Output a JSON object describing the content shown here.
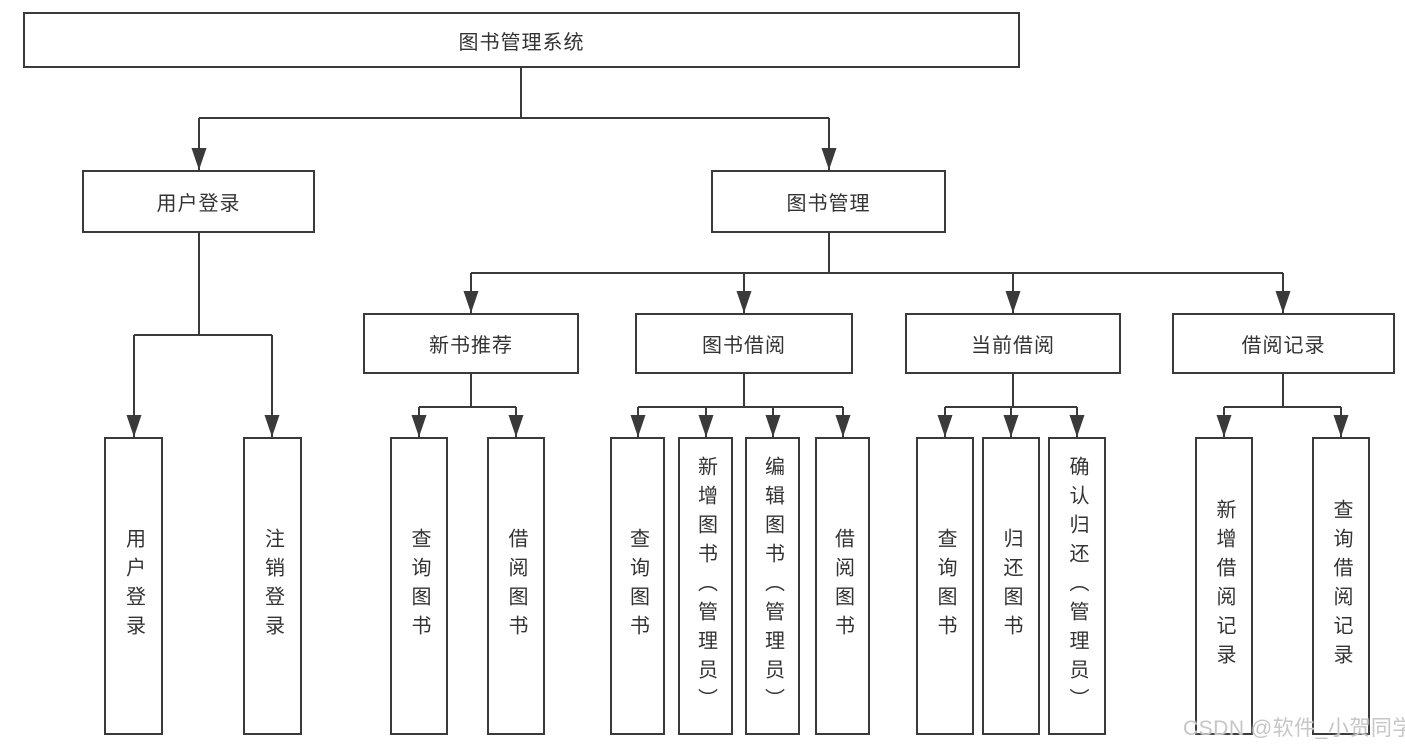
{
  "colors": {
    "line": "#3a3a3a",
    "text": "#333333",
    "watermark": "#c6c6c6"
  },
  "watermark": {
    "text": "CSDN @软件_小贺同学"
  },
  "tree": {
    "root": {
      "label": "图书管理系统"
    },
    "branches": [
      {
        "label": "用户登录",
        "leaves": [
          "用户登录",
          "注销登录"
        ]
      },
      {
        "label": "图书管理",
        "sections": [
          {
            "label": "新书推荐",
            "leaves": [
              "查询图书",
              "借阅图书"
            ]
          },
          {
            "label": "图书借阅",
            "leaves": [
              "查询图书",
              "新增图书（管理员）",
              "编辑图书（管理员）",
              "借阅图书"
            ]
          },
          {
            "label": "当前借阅",
            "leaves": [
              "查询图书",
              "归还图书",
              "确认归还（管理员）"
            ]
          },
          {
            "label": "借阅记录",
            "leaves": [
              "新增借阅记录",
              "查询借阅记录"
            ]
          }
        ]
      }
    ]
  }
}
